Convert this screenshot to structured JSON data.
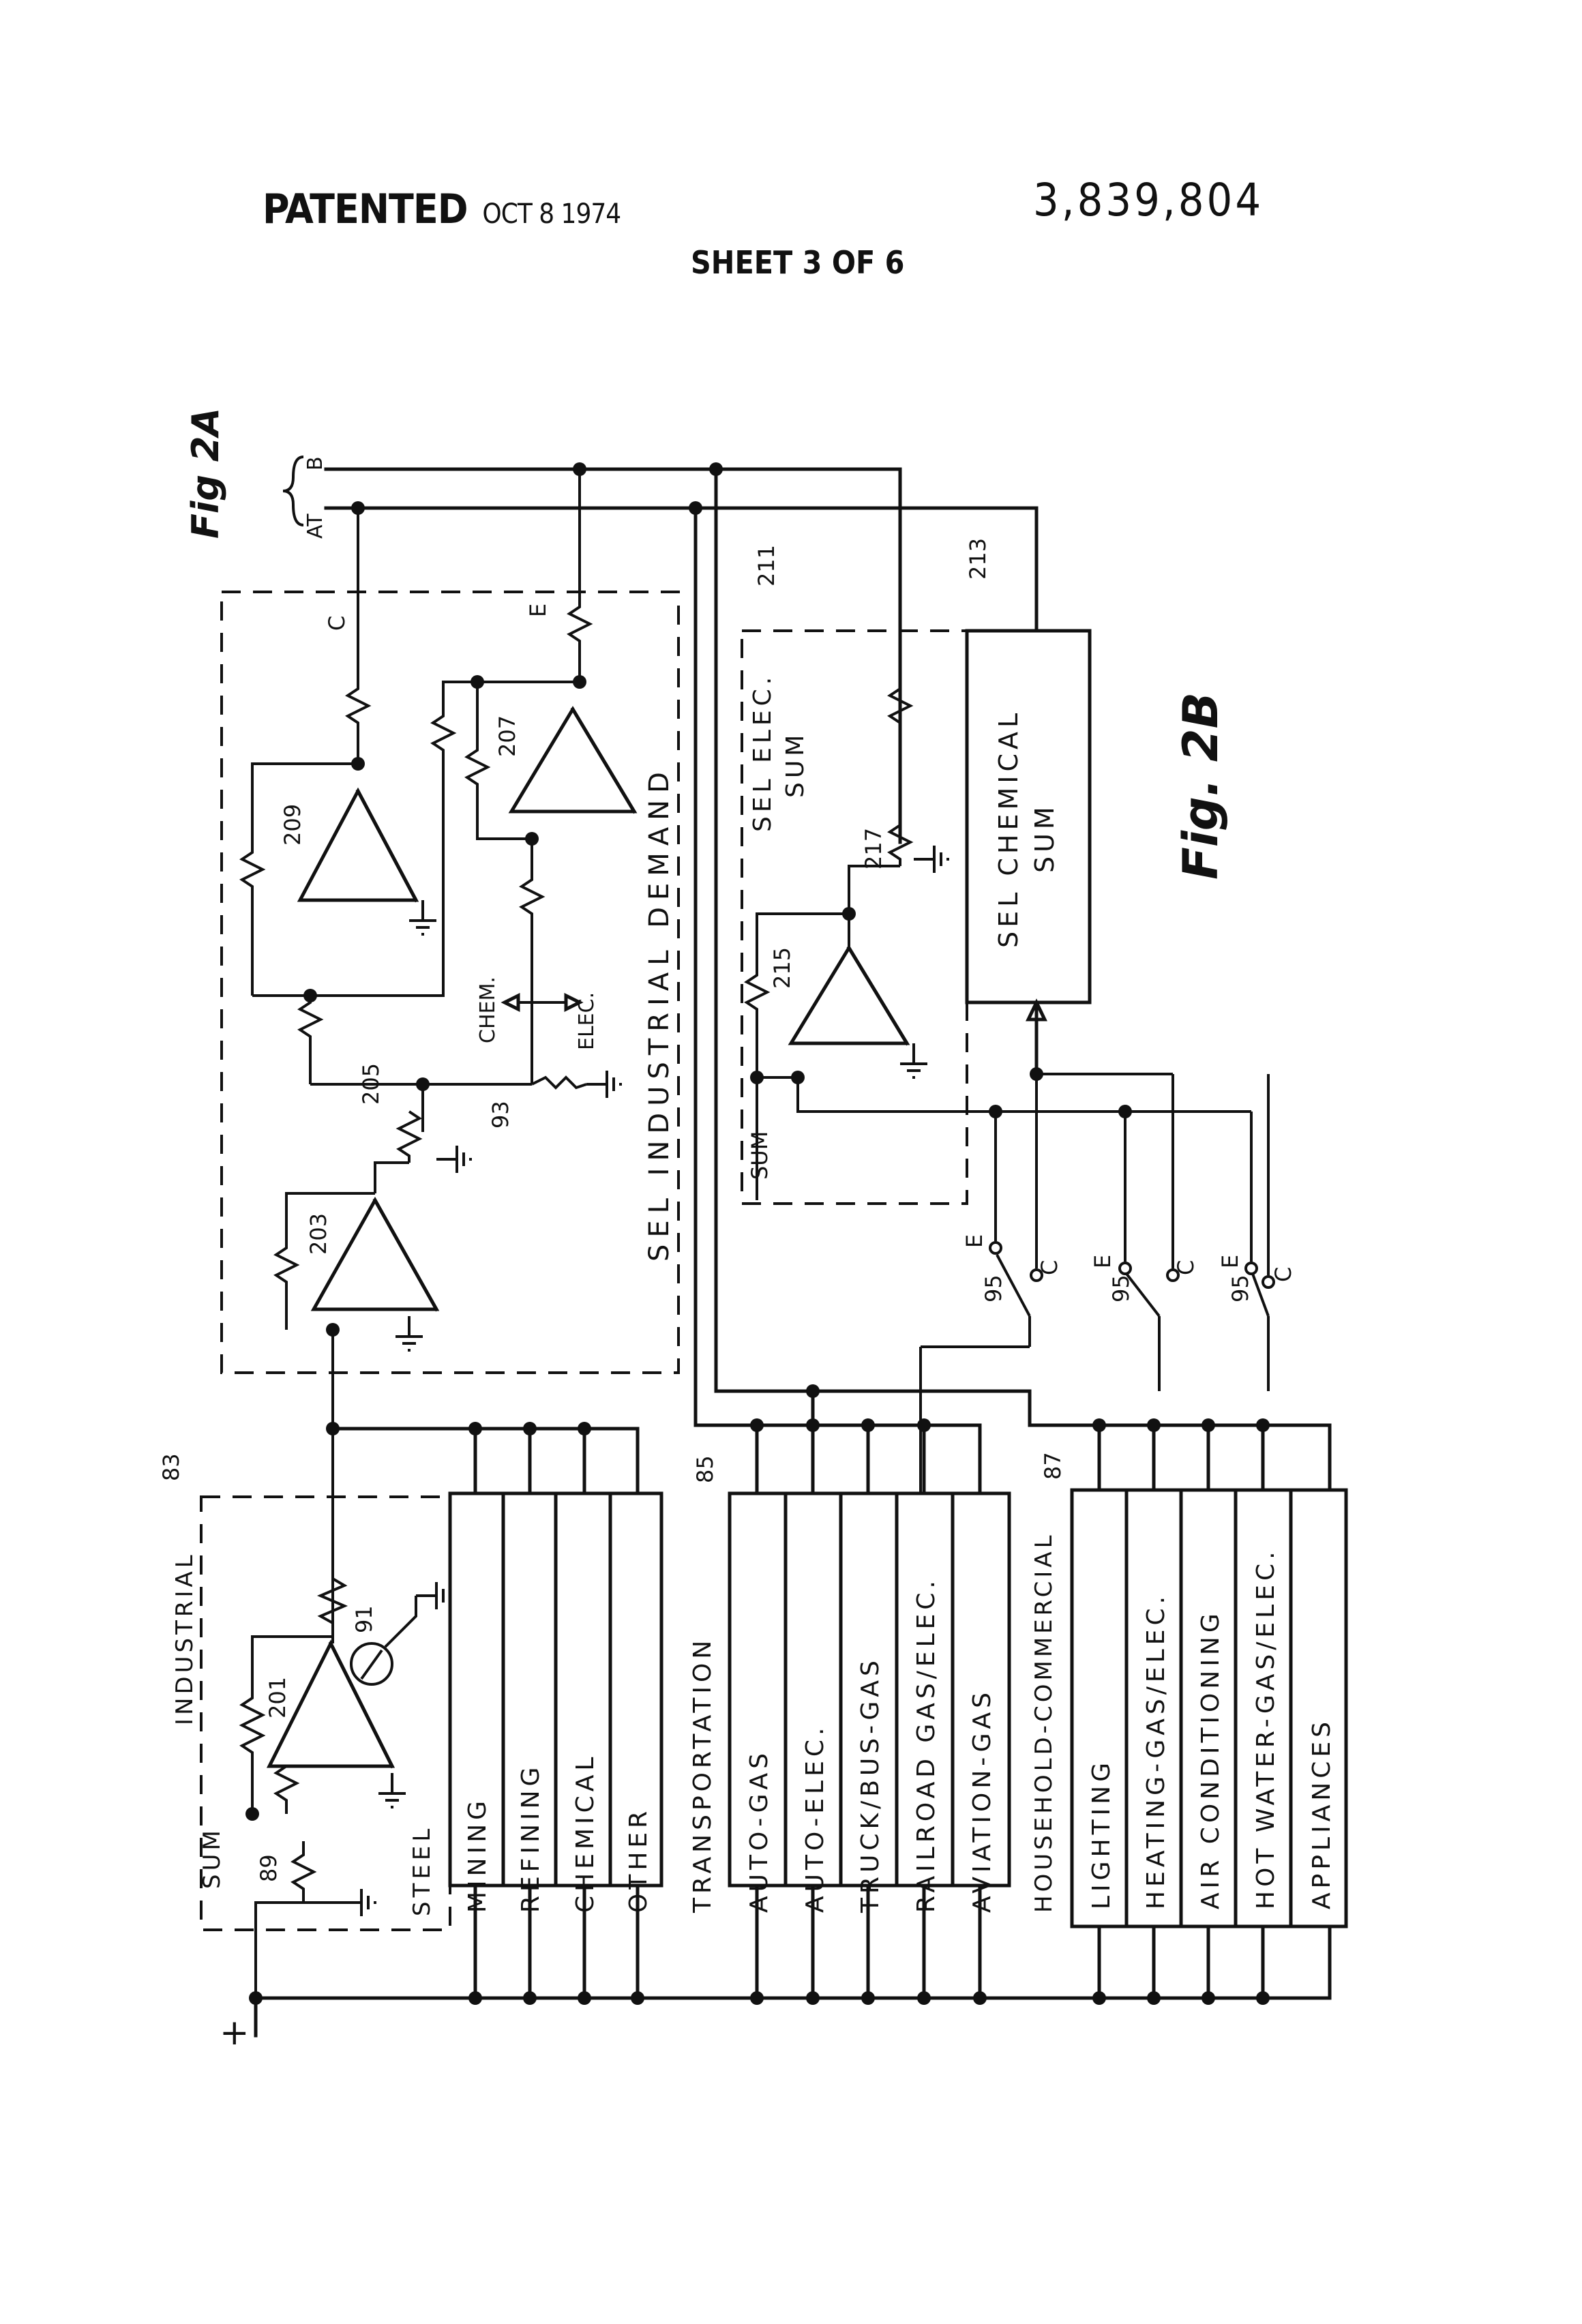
{
  "header": {
    "patented": "PATENTED",
    "date": "OCT 8 1974",
    "patent_number": "3,839,804",
    "sheet": "SHEET 3 OF 6"
  },
  "figure": {
    "title": "Fig. 2B",
    "connector_label": "Fig 2A",
    "connector_at": "AT",
    "connector_b": "B",
    "connector_c": "C",
    "connector_e": "E"
  },
  "labels": {
    "industrial_sum_a": "INDUSTRIAL",
    "industrial_sum_b": "SUM",
    "sel_industrial_demand": "SEL INDUSTRIAL DEMAND",
    "sel_elec_sum_a": "SEL ELEC.",
    "sel_elec_sum_b": "SUM",
    "sel_chemical_sum_a": "SEL CHEMICAL",
    "sel_chemical_sum_b": "SUM",
    "chem": "CHEM.",
    "elec": "ELEC.",
    "sum": "SUM",
    "plus": "+",
    "minus": "-",
    "switch_e": "E",
    "switch_c": "C",
    "steel": "STEEL",
    "transportation": "TRANSPORTATION",
    "household": "HOUSEHOLD-COMMERCIAL"
  },
  "refs": {
    "r83": "83",
    "r85": "85",
    "r87": "87",
    "r89": "89",
    "r91": "91",
    "r93": "93",
    "r95": "95",
    "r201": "201",
    "r203": "203",
    "r205": "205",
    "r207": "207",
    "r209": "209",
    "r211": "211",
    "r213": "213",
    "r215": "215",
    "r217": "217"
  },
  "groups": {
    "industrial": [
      "MINING",
      "REFINING",
      "CHEMICAL",
      "OTHER"
    ],
    "transportation": [
      "AUTO-GAS",
      "AUTO-ELEC.",
      "TRUCK/BUS-GAS",
      "RAILROAD GAS/ELEC.",
      "AVIATION-GAS"
    ],
    "household": [
      "LIGHTING",
      "HEATING-GAS/ELEC.",
      "AIR CONDITIONING",
      "HOT WATER-GAS/ELEC.",
      "APPLIANCES"
    ]
  }
}
